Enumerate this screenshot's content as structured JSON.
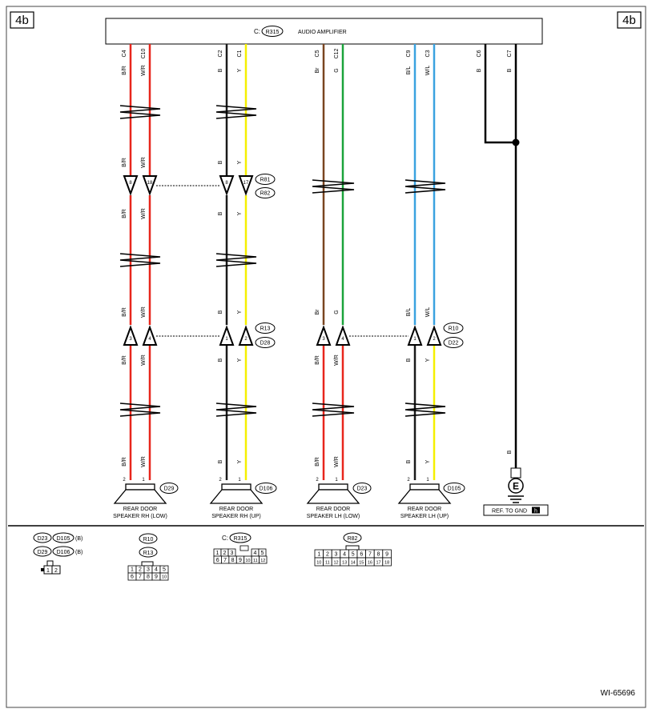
{
  "page_tag": "4b",
  "footer_id": "WI-65696",
  "amplifier": {
    "prefix": "C:",
    "connector": "R315",
    "name": "AUDIO AMPLIFIER"
  },
  "wire_colors": {
    "red": "#e8261c",
    "black": "#1a1a1a",
    "yellow": "#f5f000",
    "brown": "#7a4520",
    "green": "#1aa33a",
    "blue": "#3aa2e0"
  },
  "wires": [
    {
      "id": "w1",
      "pins": [
        "C4",
        "B/R",
        "B/R",
        "B/R",
        "B/R",
        "B/R"
      ],
      "end_pin": "2"
    },
    {
      "id": "w2",
      "pins": [
        "C10",
        "W/R",
        "W/R",
        "W/R",
        "W/R",
        "W/R"
      ],
      "end_pin": "1"
    },
    {
      "id": "w3",
      "pins": [
        "C2",
        "B",
        "B",
        "B",
        "B",
        "B"
      ],
      "end_pin": "2"
    },
    {
      "id": "w4",
      "pins": [
        "C1",
        "Y",
        "Y",
        "Y",
        "Y",
        "Y"
      ],
      "end_pin": "1"
    },
    {
      "id": "w5",
      "pins": [
        "C5",
        "Br",
        "Br",
        "B/R"
      ],
      "end_pin": "2"
    },
    {
      "id": "w6",
      "pins": [
        "C12",
        "G",
        "G",
        "W/R"
      ],
      "end_pin": "1"
    },
    {
      "id": "w7",
      "pins": [
        "C9",
        "B/L",
        "B/L",
        "B"
      ],
      "end_pin": "2"
    },
    {
      "id": "w8",
      "pins": [
        "C3",
        "W/L",
        "W/L",
        "Y"
      ],
      "end_pin": "1"
    },
    {
      "id": "w9",
      "pins": [
        "C6",
        "B"
      ]
    },
    {
      "id": "w10",
      "pins": [
        "C7",
        "B",
        "B"
      ]
    }
  ],
  "row1_pins": [
    "8",
    "18",
    "8",
    "17"
  ],
  "row2_pins": [
    "3",
    "4",
    "1",
    "2",
    "3",
    "4",
    "1",
    "2"
  ],
  "row1_connectors": [
    "R81",
    "R82"
  ],
  "row2_connectors": [
    "R13",
    "D28",
    "R10",
    "D22"
  ],
  "speakers": [
    {
      "connector": "D29",
      "line1": "REAR DOOR",
      "line2": "SPEAKER RH (LOW)"
    },
    {
      "connector": "D106",
      "line1": "REAR DOOR",
      "line2": "SPEAKER RH (UP)"
    },
    {
      "connector": "D23",
      "line1": "REAR DOOR",
      "line2": "SPEAKER LH (LOW)"
    },
    {
      "connector": "D105",
      "line1": "REAR DOOR",
      "line2": "SPEAKER LH (UP)"
    }
  ],
  "ground": {
    "ref_text": "REF. TO GND",
    "ref_code": "h",
    "symbol": "E"
  },
  "legend": {
    "spk": {
      "a": "D23",
      "b": "D105",
      "c": "D29",
      "d": "D106",
      "suffix": "(B)",
      "pins": [
        "1",
        "2"
      ]
    },
    "r10": {
      "a": "R10",
      "b": "R13",
      "pins": [
        "1",
        "2",
        "3",
        "4",
        "5",
        "6",
        "7",
        "8",
        "9",
        "10"
      ]
    },
    "r315": {
      "prefix": "C:",
      "name": "R315",
      "pins": [
        "1",
        "2",
        "3",
        "",
        "4",
        "5",
        "6",
        "7",
        "8",
        "9",
        "10",
        "11",
        "12"
      ]
    },
    "r82": {
      "name": "R82",
      "pins": [
        "1",
        "2",
        "3",
        "4",
        "5",
        "6",
        "7",
        "8",
        "9",
        "10",
        "11",
        "12",
        "13",
        "14",
        "15",
        "16",
        "17",
        "18"
      ]
    }
  }
}
